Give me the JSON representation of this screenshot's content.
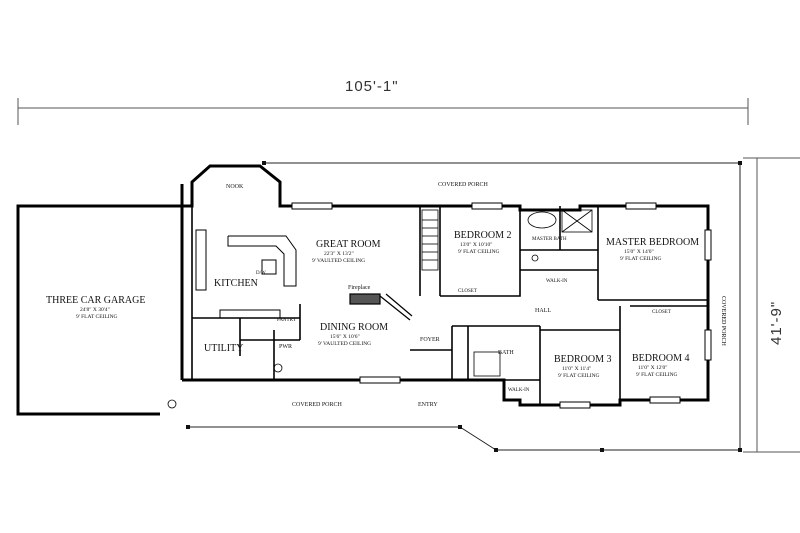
{
  "dimensions": {
    "width": "105'-1\"",
    "depth": "41'-9\""
  },
  "rooms": {
    "garage": {
      "name": "THREE CAR GARAGE",
      "size": "24'8\" x 30'4\"",
      "ceiling": "9' FLAT CEILING"
    },
    "nook": {
      "name": "NOOK"
    },
    "kitchen": {
      "name": "KITCHEN",
      "dw": "D/W"
    },
    "great_room": {
      "name": "GREAT ROOM",
      "size": "22'3\" x 13'2\"",
      "ceiling": "9' VAULTED CEILING"
    },
    "fireplace": {
      "name": "Fireplace"
    },
    "dining_room": {
      "name": "DINING ROOM",
      "size": "15'6\" x 10'6\"",
      "ceiling": "9' VAULTED CEILING"
    },
    "utility": {
      "name": "UTILITY"
    },
    "pwr": {
      "name": "PWR"
    },
    "pantry": {
      "name": "PANTRY"
    },
    "foyer": {
      "name": "FOYER"
    },
    "entry": {
      "name": "ENTRY"
    },
    "hall": {
      "name": "HALL"
    },
    "bath": {
      "name": "BATH"
    },
    "bedroom2": {
      "name": "BEDROOM 2",
      "size": "13'0\" x 10'10\"",
      "ceiling": "9' FLAT CEILING"
    },
    "closet_b2": {
      "name": "CLOSET"
    },
    "master_bath": {
      "name": "MASTER BATH"
    },
    "walk_in_master": {
      "name": "WALK-IN"
    },
    "master_bedroom": {
      "name": "MASTER BEDROOM",
      "size": "15'0\" x 14'0\"",
      "ceiling": "9' FLAT CEILING"
    },
    "closet_b4": {
      "name": "CLOSET"
    },
    "bedroom3": {
      "name": "BEDROOM 3",
      "size": "11'0\" x 11'4\"",
      "ceiling": "9' FLAT CEILING"
    },
    "bedroom4": {
      "name": "BEDROOM 4",
      "size": "11'0\" x 12'0\"",
      "ceiling": "9' FLAT CEILING"
    },
    "walk_in_b3": {
      "name": "WALK-IN"
    }
  },
  "porches": {
    "top": "COVERED PORCH",
    "bottom": "COVERED PORCH",
    "right": "COVERED PORCH"
  }
}
